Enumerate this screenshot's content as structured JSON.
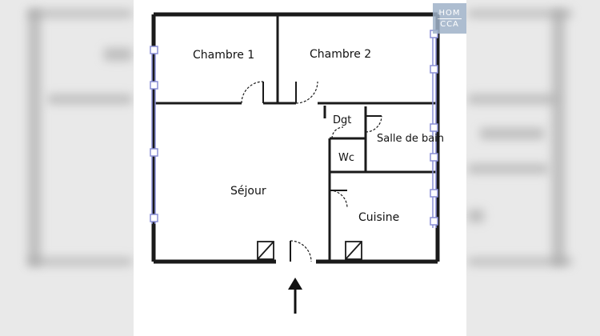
{
  "logo": {
    "line1": "HOM",
    "line2": "CCA"
  },
  "rooms": {
    "chambre1": "Chambre 1",
    "chambre2": "Chambre 2",
    "dgt": "Dgt",
    "salle_de_bain": "Salle de bain",
    "wc": "Wc",
    "sejour": "Séjour",
    "cuisine": "Cuisine"
  },
  "colors": {
    "wall": "#1a1a1a",
    "window": "#8a8fd6",
    "background": "#e9e9e9"
  },
  "icons": {
    "entrance": "arrow-up-icon"
  }
}
